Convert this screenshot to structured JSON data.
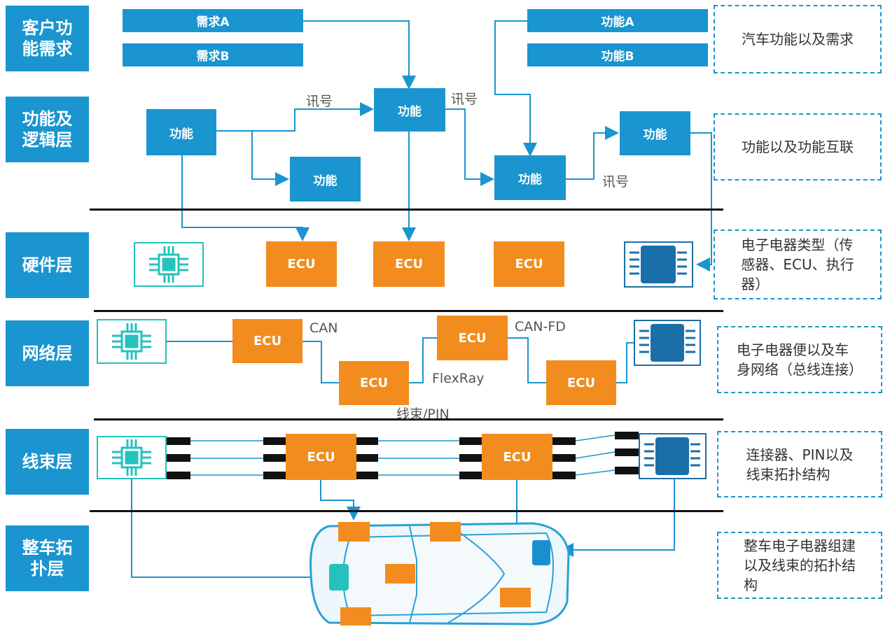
{
  "layers": [
    {
      "key": "customer",
      "text": "客户功\n能需求"
    },
    {
      "key": "function",
      "text": "功能及\n逻辑层"
    },
    {
      "key": "hardware",
      "text": "硬件层"
    },
    {
      "key": "network",
      "text": "网络层"
    },
    {
      "key": "harness",
      "text": "线束层"
    },
    {
      "key": "vehicle",
      "text": "整车拓\n扑层"
    }
  ],
  "requirements": {
    "a": "需求A",
    "b": "需求B"
  },
  "functions_top": {
    "a": "功能A",
    "b": "功能B"
  },
  "func_label": "功能",
  "signal_label": "讯号",
  "ecu_label": "ECU",
  "bus_labels": {
    "can": "CAN",
    "can_fd": "CAN-FD",
    "flexray": "FlexRay",
    "wire_pin": "线束/PIN"
  },
  "notes": {
    "customer": "汽车功能以及需求",
    "function": "功能以及功能互联",
    "hardware": "电子电器类型（传\n感器、ECU、执行\n器）",
    "network": "电子电器便以及车\n身网络（总线连接）",
    "harness": "连接器、PIN以及\n线束拓扑结构",
    "vehicle": "整车电子电器组建\n以及线束的拓扑结\n构"
  },
  "colors": {
    "blue": "#1a95cf",
    "orange": "#f28c1f",
    "teal": "#25c2bd",
    "dark_blue": "#1b6fa8"
  },
  "icons": [
    "chip-icon",
    "module-icon",
    "car-topview-icon",
    "arrow-icon"
  ]
}
